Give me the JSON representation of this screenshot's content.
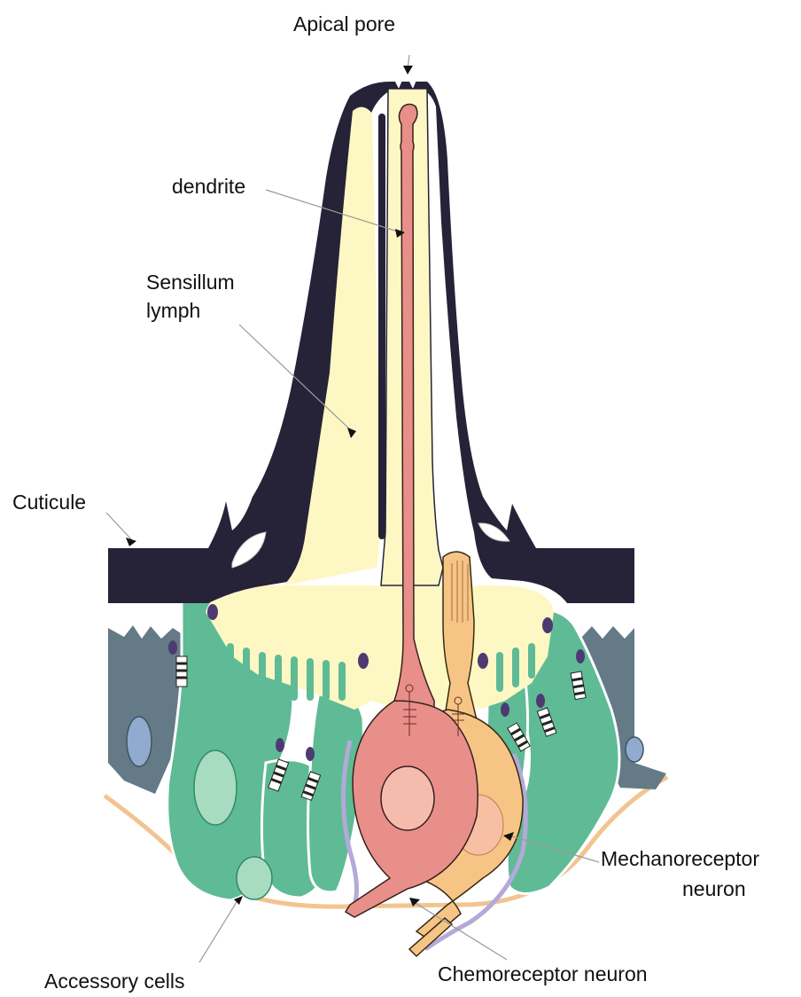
{
  "labels": {
    "apical_pore": "Apical pore",
    "dendrite": "dendrite",
    "lymph_line1": "Sensillum",
    "lymph_line2": "lymph",
    "cuticule": "Cuticule",
    "mechano_line1": "Mechanoreceptor",
    "mechano_line2": "neuron",
    "accessory": "Accessory cells",
    "chemo": "Chemoreceptor neuron"
  },
  "colors": {
    "cuticle": "#262238",
    "lymph": "#fdf8c3",
    "chemo_neuron": "#e88f8a",
    "chemo_nucleus": "#f5bcae",
    "mechano_neuron": "#f6c585",
    "mechano_nucleus": "#f7c0a5",
    "accessory_cell": "#5fbb95",
    "accessory_nucleus": "#a8dcc0",
    "epidermis": "#647a86",
    "epidermis_nucleus": "#91abcf",
    "basement": "#f2c490",
    "sheath": "#b4a9d8",
    "junction": "#4e3a72"
  }
}
